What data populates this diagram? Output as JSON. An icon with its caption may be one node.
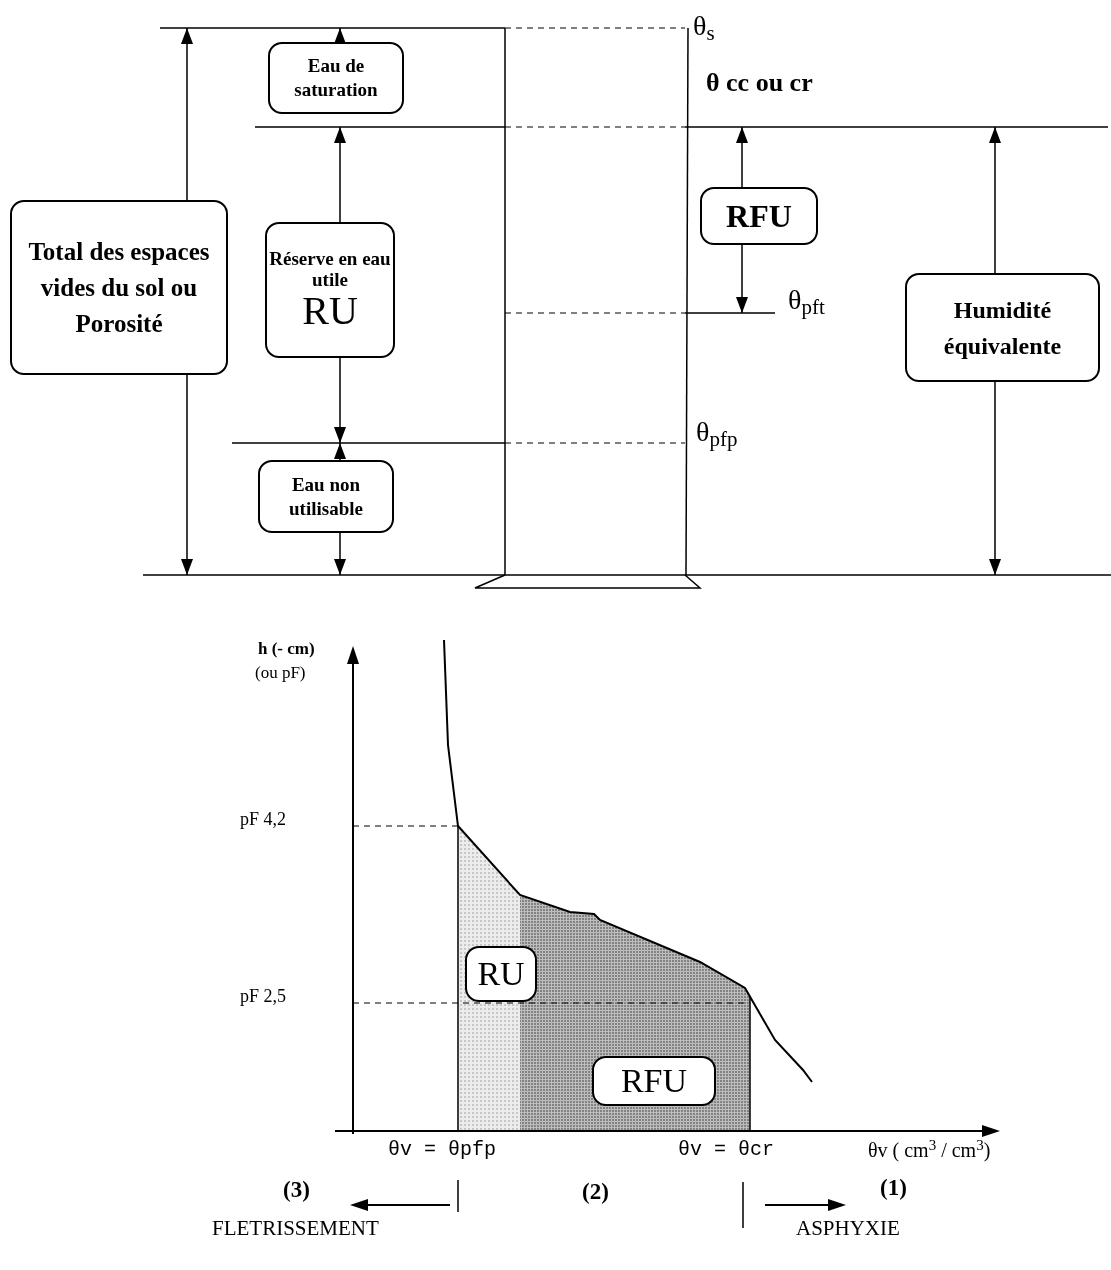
{
  "diagram": {
    "nodes": [
      {
        "text": [
          "Eau de saturation"
        ]
      },
      {
        "text": [
          "Total des espaces vides du sol ou Porosité"
        ]
      },
      {
        "text": [
          "Réserve en eau utile",
          "RU"
        ]
      },
      {
        "text": [
          "RFU"
        ]
      },
      {
        "text": [
          "Humidité équivalente"
        ]
      },
      {
        "text": [
          "Eau non utilisable"
        ]
      },
      {
        "text": [
          "RU"
        ]
      },
      {
        "text": [
          "RFU"
        ]
      }
    ],
    "labels": [
      "θ$_{s}$",
      "θ cc ou cr",
      "θ$_{pft}$",
      "θ$_{pfp}$",
      "h (- cm)",
      "(ou pF)",
      "pF 4,2",
      "pF 2,5",
      "θv = θpfp",
      "θv = θcr",
      "θv ( cm$^{3}$ / cm$^{3}$)",
      "(3)",
      "(2)",
      "(1)",
      "FLETRISSEMENT",
      "ASPHYXIE"
    ]
  }
}
